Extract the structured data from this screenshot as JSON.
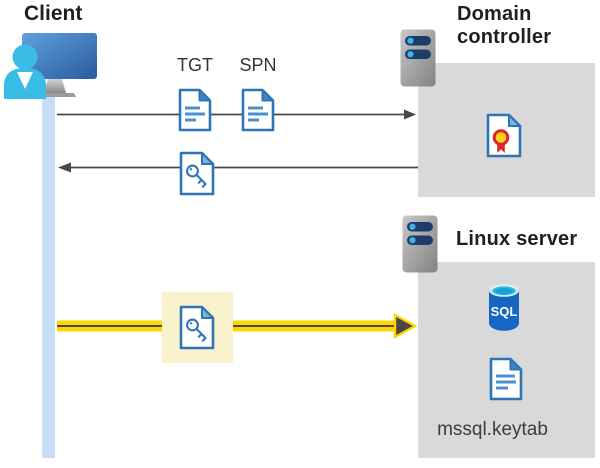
{
  "client": {
    "label": "Client"
  },
  "domain_controller": {
    "label": "Domain controller"
  },
  "linux_server": {
    "label": "Linux server",
    "sql_label": "SQL",
    "keytab_label": "mssql.keytab"
  },
  "tickets": {
    "tgt": "TGT",
    "spn": "SPN"
  },
  "icons": {
    "client-workstation-icon": "person at monitor",
    "server-icon": "server rack with indicator lights",
    "ticket-file-icon": "document with text lines",
    "key-file-icon": "document with key",
    "certificate-icon": "document with award seal",
    "sql-database-icon": "database cylinder labeled SQL",
    "keytab-file-icon": "document with text lines"
  },
  "colors": {
    "accent_yellow": "#ffd500",
    "highlight_fill": "#faf2cc",
    "box_gray": "#d9d9d9",
    "arrow_gray": "#474747",
    "timeline_blue": "#c5def6",
    "doc_blue": "#2e75b6",
    "sql_blue": "#1767c2",
    "person_cyan": "#3abde4"
  }
}
